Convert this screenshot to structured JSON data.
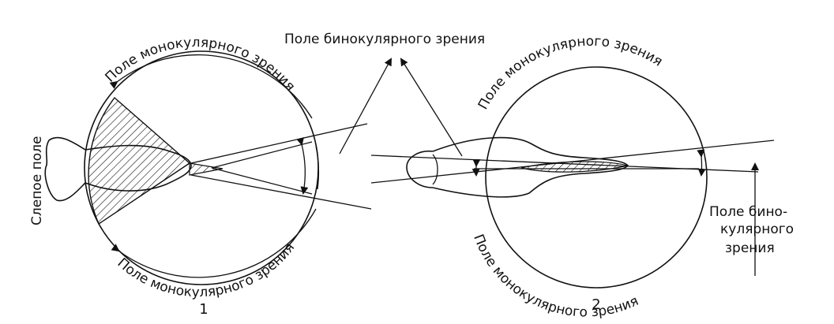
{
  "labels": {
    "binocular_top": "Поле бинокулярного зрения",
    "monocular": "Поле монокулярного зрения",
    "blind": "Слепое поле",
    "binocular_side_1": "Поле бино-",
    "binocular_side_2": "кулярного",
    "binocular_side_3": "зрения"
  },
  "figures": {
    "fig1_number": "1",
    "fig2_number": "2"
  },
  "colors": {
    "ink": "#111111",
    "background": "#ffffff"
  }
}
